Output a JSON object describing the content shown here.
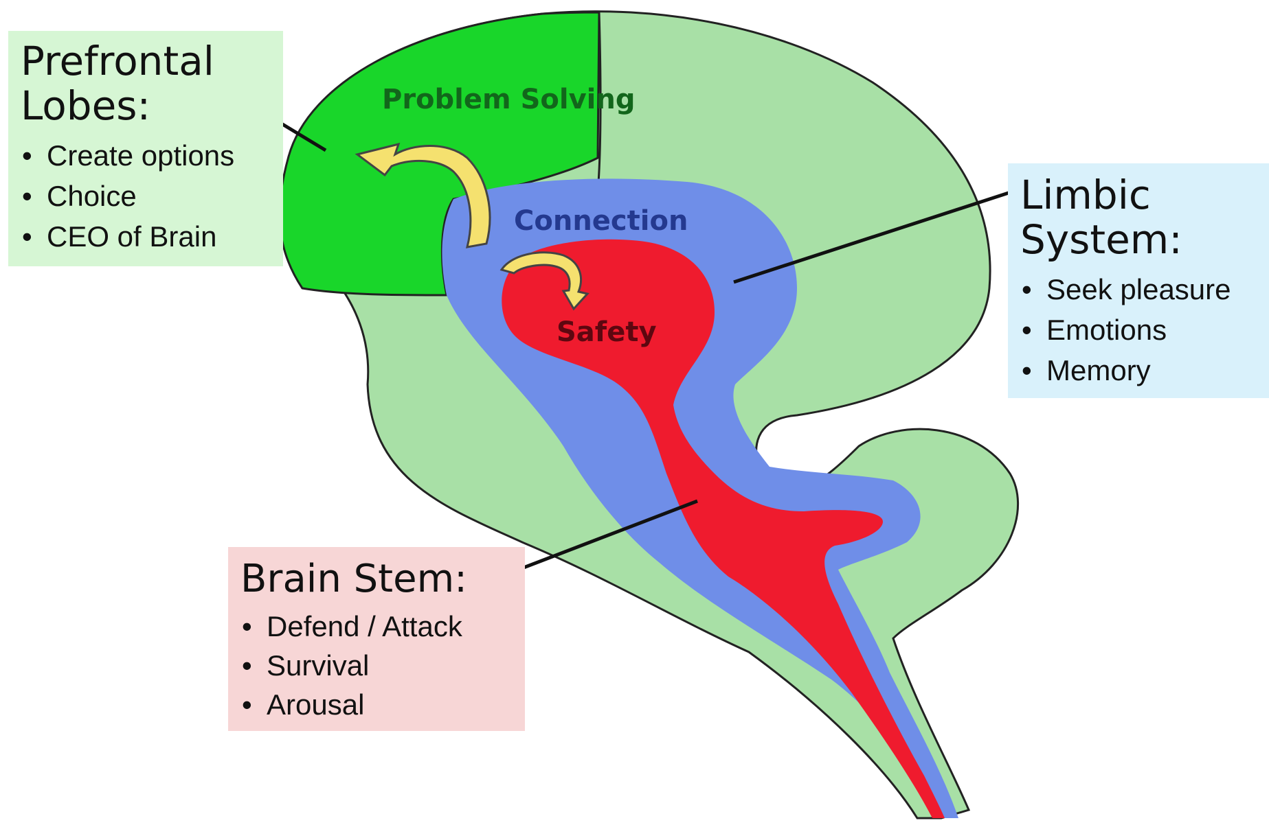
{
  "callouts": {
    "prefrontal": {
      "title_line1": "Prefrontal",
      "title_line2": "Lobes:",
      "items": [
        "Create options",
        "Choice",
        "CEO of Brain"
      ]
    },
    "limbic": {
      "title_line1": "Limbic",
      "title_line2": "System:",
      "items": [
        "Seek pleasure",
        "Emotions",
        "Memory"
      ]
    },
    "brainstem": {
      "title": "Brain Stem:",
      "items": [
        "Defend / Attack",
        "Survival",
        "Arousal"
      ]
    }
  },
  "zones": {
    "problem_solving": "Problem Solving",
    "connection": "Connection",
    "safety": "Safety"
  },
  "colors": {
    "outer_brain": "#a8e0a6",
    "prefrontal_region": "#19d62a",
    "limbic_region": "#6f8ee8",
    "brainstem_region": "#ef1b2e",
    "arrow": "#f5e16f",
    "prefrontal_box": "#d6f6d4",
    "limbic_box": "#d9f1fb",
    "brainstem_box": "#f7d6d6",
    "problem_solving_text": "#12661b",
    "connection_text": "#24398f",
    "safety_text": "#5d0710"
  }
}
